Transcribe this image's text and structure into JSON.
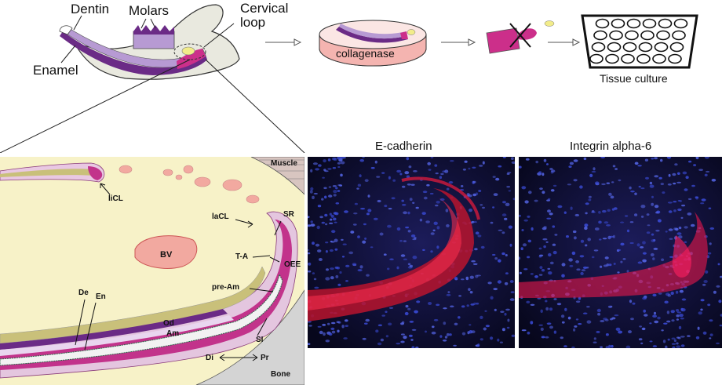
{
  "top": {
    "dentin": "Dentin",
    "molars": "Molars",
    "cervical_loop_line1": "Cervical",
    "cervical_loop_line2": "loop",
    "enamel": "Enamel",
    "dish_label": "collagenase",
    "tissue_culture": "Tissue culture"
  },
  "schematic": {
    "muscle": "Muscle",
    "bone": "Bone",
    "licl": "liCL",
    "bv": "BV",
    "lacl": "laCL",
    "sr": "SR",
    "ta": "T-A",
    "oee": "OEE",
    "pre_am": "pre-Am",
    "de": "De",
    "en": "En",
    "od": "Od",
    "am": "Am",
    "si": "SI",
    "di": "Di",
    "pr": "Pr"
  },
  "micrographs": [
    {
      "title": "E-cadherin"
    },
    {
      "title": "Integrin alpha-6"
    }
  ],
  "colors": {
    "enamel_purple": "#6b2b86",
    "dentin_lilac": "#b79ad3",
    "magenta": "#cc2f8a",
    "dish_pink": "#f4b4b0",
    "schematic_bg": "#f7f2c8",
    "nuclei_blue": "#3a4bd6",
    "stain_red": "#e0203a"
  }
}
